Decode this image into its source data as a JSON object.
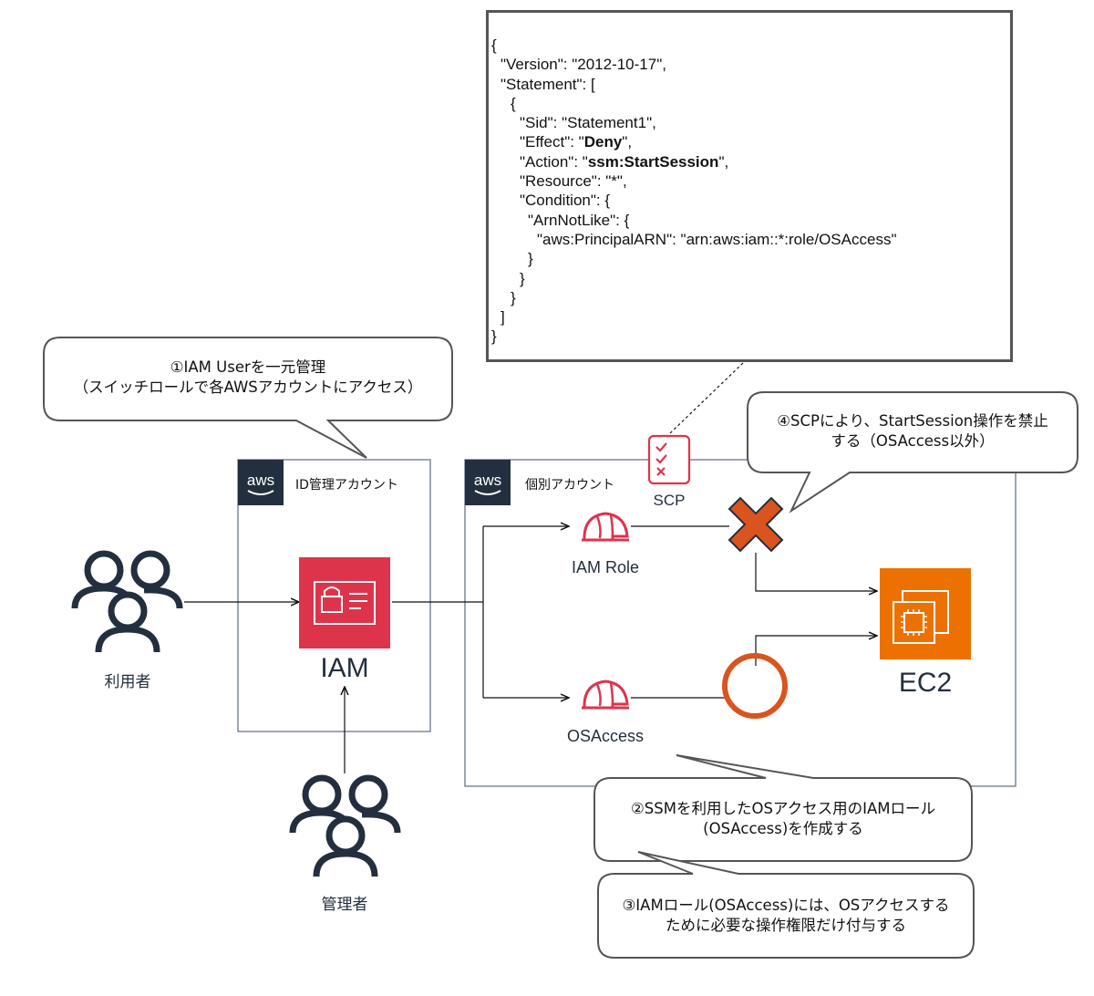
{
  "policy": {
    "lines": [
      {
        "indent": 0,
        "pre": "{",
        "bold": "",
        "post": ""
      },
      {
        "indent": 1,
        "pre": "\"Version\": \"2012-10-17\",",
        "bold": "",
        "post": ""
      },
      {
        "indent": 1,
        "pre": "\"Statement\": [",
        "bold": "",
        "post": ""
      },
      {
        "indent": 2,
        "pre": "{",
        "bold": "",
        "post": ""
      },
      {
        "indent": 3,
        "pre": "\"Sid\": \"Statement1\",",
        "bold": "",
        "post": ""
      },
      {
        "indent": 3,
        "pre": "\"Effect\": \"",
        "bold": "Deny",
        "post": "\","
      },
      {
        "indent": 3,
        "pre": "\"Action\": \"",
        "bold": "ssm:StartSession",
        "post": "\","
      },
      {
        "indent": 3,
        "pre": "\"Resource\": \"*\",",
        "bold": "",
        "post": ""
      },
      {
        "indent": 3,
        "pre": "\"Condition\": {",
        "bold": "",
        "post": ""
      },
      {
        "indent": 4,
        "pre": "\"ArnNotLike\": {",
        "bold": "",
        "post": ""
      },
      {
        "indent": 5,
        "pre": "\"aws:PrincipalARN\": \"arn:aws:iam::*:role/OSAccess\"",
        "bold": "",
        "post": ""
      },
      {
        "indent": 4,
        "pre": "}",
        "bold": "",
        "post": ""
      },
      {
        "indent": 3,
        "pre": "}",
        "bold": "",
        "post": ""
      },
      {
        "indent": 2,
        "pre": "}",
        "bold": "",
        "post": ""
      },
      {
        "indent": 1,
        "pre": "]",
        "bold": "",
        "post": ""
      },
      {
        "indent": 0,
        "pre": "}",
        "bold": "",
        "post": ""
      }
    ]
  },
  "callouts": {
    "c1": {
      "line1": "①IAM Userを一元管理",
      "line2": "（スイッチロールで各AWSアカウントにアクセス）"
    },
    "c2": {
      "line1": "②SSMを利用したOSアクセス用のIAMロール",
      "line2": "(OSAccess)を作成する"
    },
    "c3": {
      "line1": "③IAMロール(OSAccess)には、OSアクセスする",
      "line2": "ために必要な操作権限だけ付与する"
    },
    "c4": {
      "line1": "④SCPにより、StartSession操作を禁止",
      "line2": "する（OSAccess以外）"
    }
  },
  "accounts": {
    "id_account": {
      "logo": "aws",
      "label": "ID管理アカウント"
    },
    "member_account": {
      "logo": "aws",
      "label": "個別アカウント"
    }
  },
  "nodes": {
    "users": "利用者",
    "admins": "管理者",
    "iam": "IAM",
    "iam_role": "IAM Role",
    "os_access": "OSAccess",
    "scp": "SCP",
    "ec2": "EC2"
  },
  "colors": {
    "aws_dark": "#232f3e",
    "iam_red": "#dd344c",
    "ec2_orange": "#ed7100",
    "deny_x": "#d9541e",
    "allow_circle": "#d9541e"
  }
}
